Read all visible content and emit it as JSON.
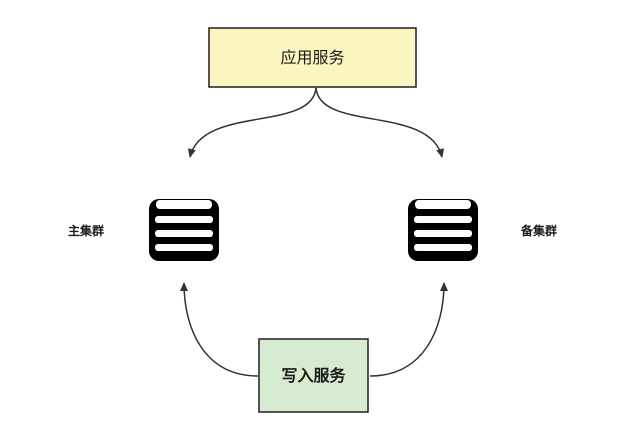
{
  "nodes": {
    "app_service": {
      "label": "应用服务",
      "fill": "#fbf5bf",
      "stroke": "#1f1f1f"
    },
    "write_service": {
      "label": "写入服务",
      "fill": "#d7ebd1",
      "stroke": "#1f1f1f"
    },
    "primary_cluster": {
      "label": "主集群"
    },
    "backup_cluster": {
      "label": "备集群"
    }
  },
  "colors": {
    "edge": "#333333",
    "database_icon": "#000000"
  },
  "icons": {
    "primary_database": "database-icon",
    "backup_database": "database-icon"
  }
}
